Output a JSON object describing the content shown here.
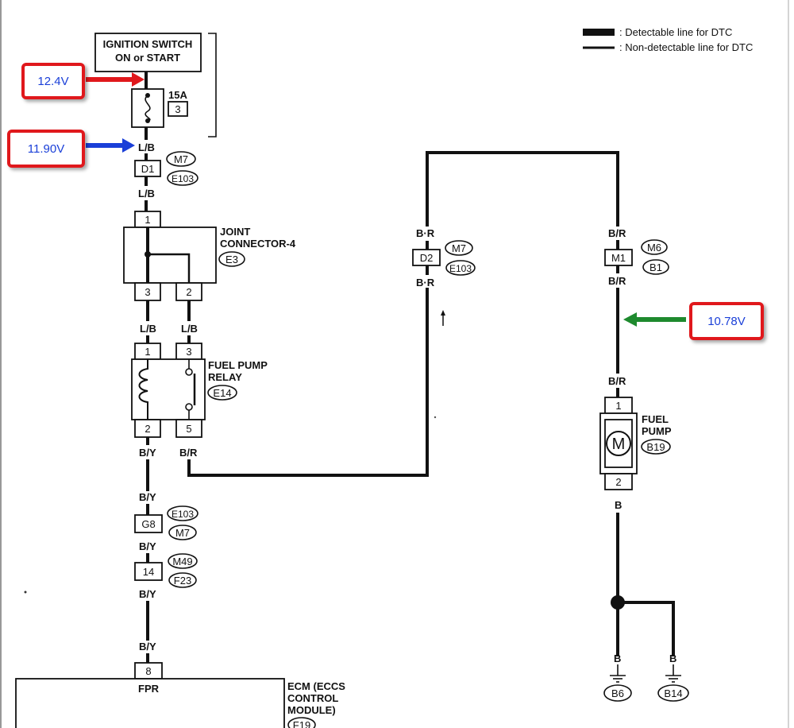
{
  "legend": {
    "detectable": ": Detectable line for DTC",
    "non_detectable": ": Non-detectable line for DTC"
  },
  "ignition_switch": {
    "line1": "IGNITION SWITCH",
    "line2": "ON or START"
  },
  "fuse": {
    "rating": "15A",
    "number": "3"
  },
  "wire_colors": {
    "lb": "L/B",
    "by": "B/Y",
    "br": "B/R",
    "br_dot": "B·R",
    "b": "B"
  },
  "connectors": {
    "d1": "D1",
    "m7": "M7",
    "e103": "E103",
    "d2": "D2",
    "m1": "M1",
    "m6": "M6",
    "b1": "B1",
    "g8": "G8",
    "pin14": "14",
    "m49": "M49",
    "f23": "F23",
    "pin8": "8"
  },
  "joint_connector": {
    "line1": "JOINT",
    "line2": "CONNECTOR-4",
    "id": "E3"
  },
  "fuel_pump_relay": {
    "line1": "FUEL PUMP",
    "line2": "RELAY",
    "id": "E14"
  },
  "fuel_pump": {
    "line1": "FUEL",
    "line2": "PUMP",
    "id": "B19",
    "motor": "M"
  },
  "ecm": {
    "line1": "ECM (ECCS",
    "line2": "CONTROL",
    "line3": "MODULE)",
    "id": "F19",
    "pin": "FPR"
  },
  "grounds": {
    "g1": "B6",
    "g2": "B14"
  },
  "pins": {
    "p1": "1",
    "p2": "2",
    "p3": "3",
    "p5": "5"
  },
  "measurements": {
    "v1": "12.4V",
    "v2": "11.90V",
    "v3": "10.78V"
  },
  "colors": {
    "red": "#e0181c",
    "blue": "#1a3fd8",
    "green": "#1e8a2e"
  }
}
